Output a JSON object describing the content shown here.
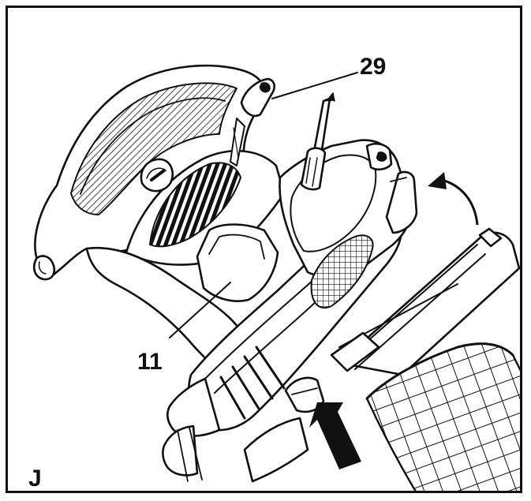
{
  "figure": {
    "panel_letter": "J",
    "callouts": {
      "part_29": "29",
      "part_11": "11"
    },
    "colors": {
      "line": "#111111",
      "background": "#ffffff"
    },
    "icons": [
      "curved-arrow-icon",
      "push-arrow-icon"
    ]
  }
}
